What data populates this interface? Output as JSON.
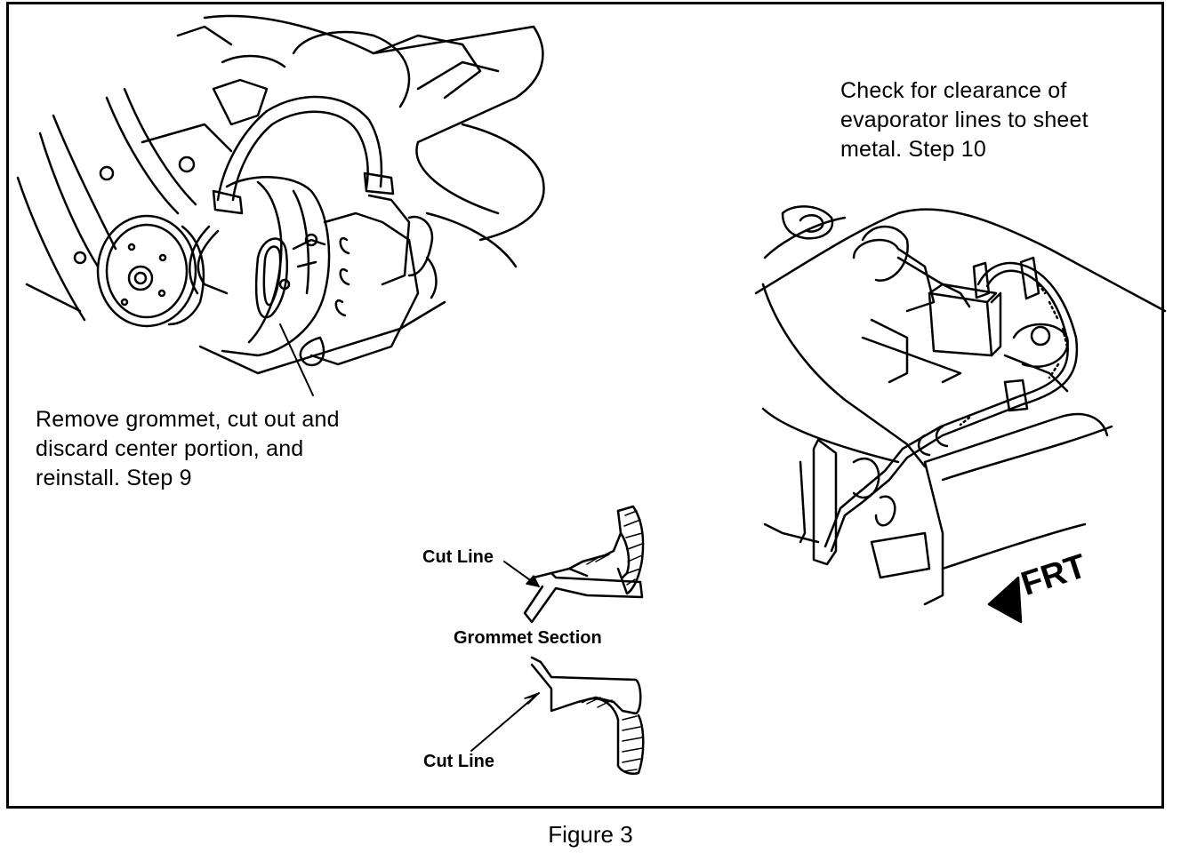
{
  "callouts": {
    "step9": "Remove grommet, cut out and\ndiscard center portion, and\nreinstall.  Step 9",
    "step10": "Check for clearance of\nevaporator lines to sheet\nmetal.  Step 10"
  },
  "grommet": {
    "cut_line_top": "Cut Line",
    "section_label": "Grommet Section",
    "cut_line_bottom": "Cut Line"
  },
  "direction_label": "FRT",
  "figure_caption": "Figure 3"
}
